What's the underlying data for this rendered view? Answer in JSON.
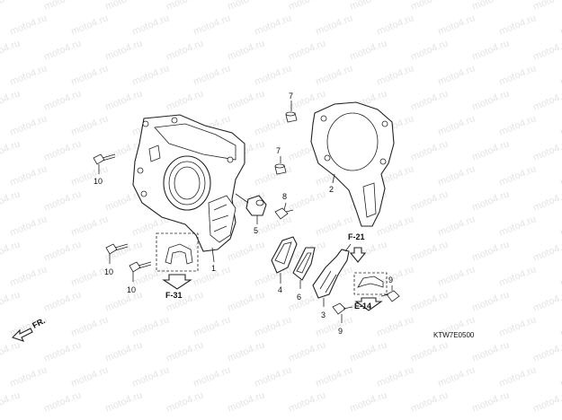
{
  "watermark": "moto4.ru",
  "callouts": {
    "c1": "1",
    "c2": "2",
    "c3": "3",
    "c4": "4",
    "c5": "5",
    "c6": "6",
    "c7a": "7",
    "c7b": "7",
    "c8": "8",
    "c9a": "9",
    "c9b": "9",
    "c10a": "10",
    "c10b": "10",
    "c10c": "10"
  },
  "references": {
    "f31": "F-31",
    "f21": "F-21",
    "e14": "E-14"
  },
  "direction_label": "FR.",
  "diagram_code": "KTW7E0500"
}
